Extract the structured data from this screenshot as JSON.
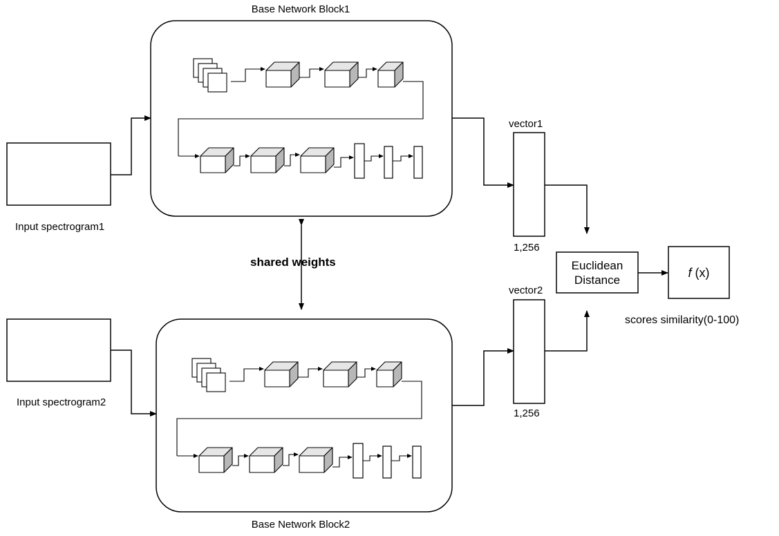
{
  "labels": {
    "block1_title": "Base Network Block1",
    "block2_title": "Base Network Block2",
    "input1": "Input spectrogram1",
    "input2": "Input spectrogram2",
    "shared": "shared weights",
    "vector1": "vector1",
    "vector2": "vector2",
    "dim1": "1,256",
    "dim2": "1,256",
    "euclid_line1": "Euclidean",
    "euclid_line2": "Distance",
    "fx_func": "f",
    "fx_arg": "(x)",
    "scores": "scores similarity(0-100)"
  },
  "colors": {
    "stroke": "#000000",
    "cube_front": "#ffffff",
    "cube_top": "#e6e6e6",
    "cube_side": "#b8b8b8"
  }
}
